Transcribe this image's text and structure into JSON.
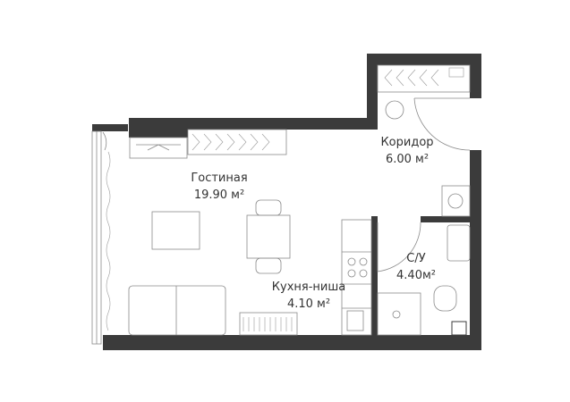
{
  "rooms": [
    {
      "name": "Гостиная",
      "area": "19.90 м²"
    },
    {
      "name": "Коридор",
      "area": "6.00 м²"
    },
    {
      "name": "Кухня-ниша",
      "area": "4.10 м²"
    },
    {
      "name": "С/У",
      "area": "4.40м²"
    }
  ],
  "colors": {
    "wall": "#3b3b3b",
    "furniture": "#8a8a8a"
  }
}
